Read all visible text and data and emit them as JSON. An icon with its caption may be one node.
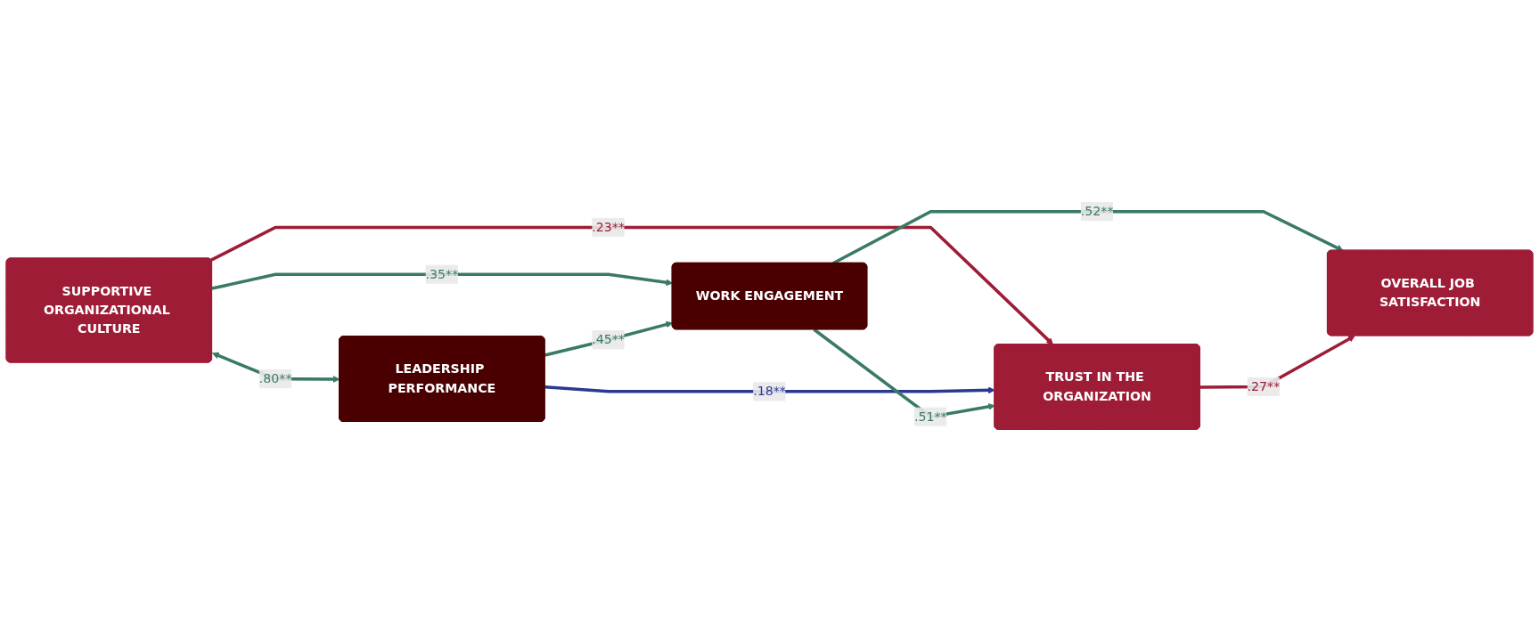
{
  "diagram": {
    "nodes": [
      {
        "text": [
          "SUPPORTIVE ORGANIZATIONAL CULTURE"
        ]
      },
      {
        "text": [
          "WORK ENGAGEMENT"
        ]
      },
      {
        "text": [
          "LEADERSHIP PERFORMANCE"
        ]
      },
      {
        "text": [
          "TRUST IN THE ORGANIZATION"
        ]
      },
      {
        "text": [
          "OVERALL JOB SATISFACTION"
        ]
      }
    ],
    "edges": [
      {
        "from": 0,
        "to": 2,
        "arrow": "both",
        "label": ".80**"
      },
      {
        "from": 0,
        "to": 1,
        "arrow": "to",
        "label": ".35**"
      },
      {
        "from": 0,
        "to": 3,
        "arrow": "to",
        "label": ".23**",
        "color": "#9e1c36"
      },
      {
        "from": 2,
        "to": 1,
        "arrow": "to",
        "label": ".45**"
      },
      {
        "from": 2,
        "to": 3,
        "arrow": "to",
        "label": ".18**",
        "color": "#2b3990"
      },
      {
        "from": 1,
        "to": 3,
        "arrow": "to",
        "label": ".51**"
      },
      {
        "from": 1,
        "to": 4,
        "arrow": "to",
        "label": ".52**"
      },
      {
        "from": 3,
        "to": 4,
        "arrow": "to",
        "label": ".27**",
        "color": "#9e1c36"
      }
    ]
  }
}
